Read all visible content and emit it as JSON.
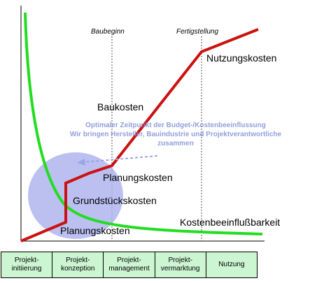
{
  "milestones": {
    "start": "Baubeginn",
    "finish": "Fertigstellung"
  },
  "labels": {
    "usage_costs": "Nutzungskosten",
    "construction_costs": "Baukosten",
    "planning_costs_upper": "Planungskosten",
    "land_costs": "Grundstückskosten",
    "planning_costs_lower": "Planungskosten",
    "influence": "Kostenbeeinflußbarkeit"
  },
  "note": {
    "line1": "Optimaler Zeitpunkt der Budget-/Kostenbeeinflussung",
    "line2": "Wir bringen Hersteller, Bauindustrie und Projektverantwortliche",
    "line3": "zusammen"
  },
  "phases": [
    "Projekt-\ninitiierung",
    "Projekt-\nkonzeption",
    "Projekt-\nmanagement",
    "Projekt-\nvermarktung",
    "Nutzung"
  ],
  "colors": {
    "cost_curve": "#cc1111",
    "influence_curve": "#22dd22",
    "ellipse": "#aab0ee",
    "note_text": "#7f8fd8",
    "phase_fill": "#ccf5d2"
  }
}
